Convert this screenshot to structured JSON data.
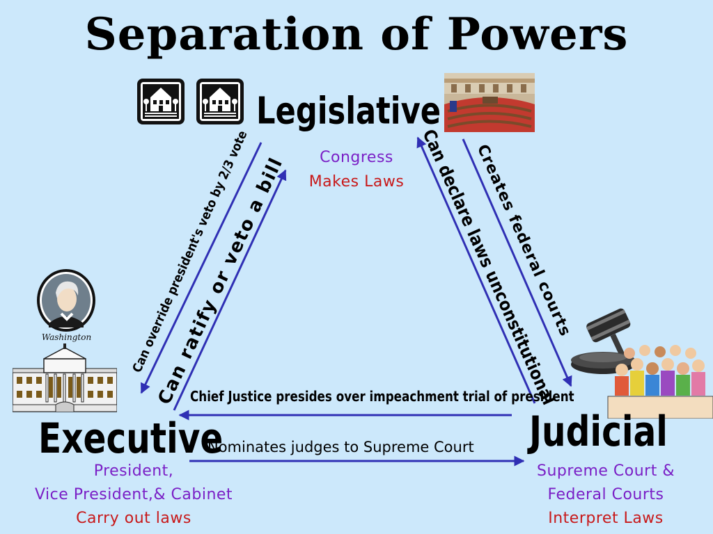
{
  "title": "Separation of Powers",
  "branches": {
    "legislative": {
      "name": "Legislative",
      "body": "Congress",
      "role": "Makes Laws"
    },
    "executive": {
      "name": "Executive",
      "body_line1": "President,",
      "body_line2": "Vice President,& Cabinet",
      "role": "Carry out laws"
    },
    "judicial": {
      "name": "Judicial",
      "body_line1": "Supreme Court &",
      "body_line2": "Federal Courts",
      "role": "Interpret Laws"
    }
  },
  "relations": {
    "override_veto": "Can override president's veto by 2/3 vote",
    "ratify_veto": "Can ratify or veto a bill",
    "declare_unconstitutional": "Can declare laws unconstitutional",
    "create_courts": "Creates federal courts",
    "impeachment_trial": "Chief Justice presides over impeachment trial of president",
    "nominate_judges": "Nominates judges to Supreme Court"
  },
  "image_caption": "Washington",
  "colors": {
    "background": "#cce8fb",
    "arrow": "#2f2fb4",
    "body_text": "#7a1fc6",
    "role_text": "#c8191a"
  }
}
